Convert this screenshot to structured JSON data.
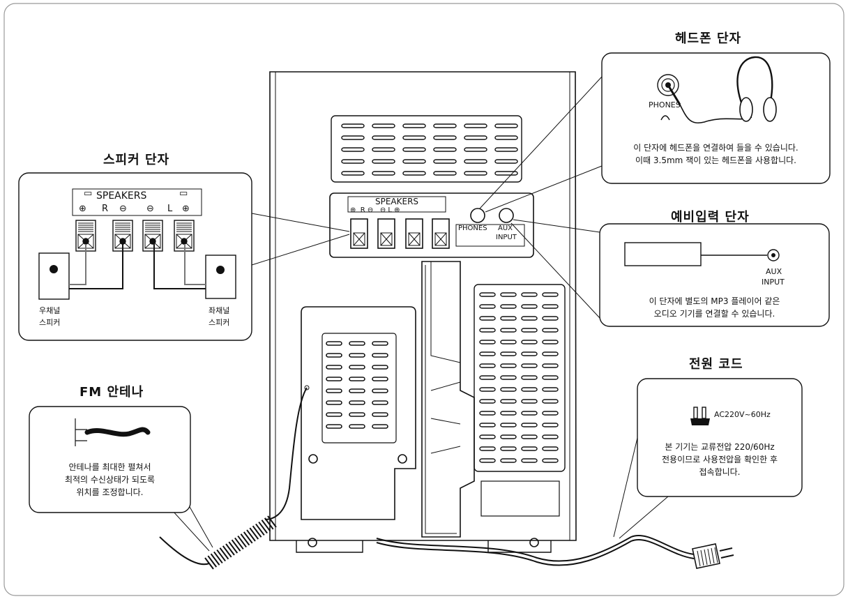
{
  "headphone": {
    "title": "헤드폰 단자",
    "jack_label": "PHONES",
    "desc_line1": "이 단자에 헤드폰을 연결하여 들을 수 있습니다.",
    "desc_line2": "이때 3.5mm 잭이 있는 헤드폰을 사용합니다."
  },
  "speaker": {
    "title": "스피커 단자",
    "panel_label": "SPEAKERS",
    "r": "R",
    "l": "L",
    "plus": "⊕",
    "minus": "⊖",
    "right_speaker_line1": "우채널",
    "right_speaker_line2": "스피커",
    "left_speaker_line1": "좌채널",
    "left_speaker_line2": "스피커"
  },
  "aux": {
    "title": "예비입력 단자",
    "label_line1": "AUX",
    "label_line2": "INPUT",
    "desc_line1": "이 단자에 별도의 MP3 플레이어 같은",
    "desc_line2": "오디오 기기를 연결할 수 있습니다."
  },
  "power": {
    "title": "전원 코드",
    "rating": "AC220V~60Hz",
    "desc_line1": "본 기기는 교류전압 220/60Hz",
    "desc_line2": "전용이므로 사용전압을 확인한 후",
    "desc_line3": "접속합니다."
  },
  "fm": {
    "title": "FM 안테나",
    "desc_line1": "안테나를 최대한 펼쳐서",
    "desc_line2": "최적의 수신상태가 되도록",
    "desc_line3": "위치를 조정합니다."
  },
  "device": {
    "speakers_label": "SPEAKERS",
    "phones_label": "PHONES",
    "aux_line1": "AUX",
    "aux_line2": "INPUT"
  }
}
